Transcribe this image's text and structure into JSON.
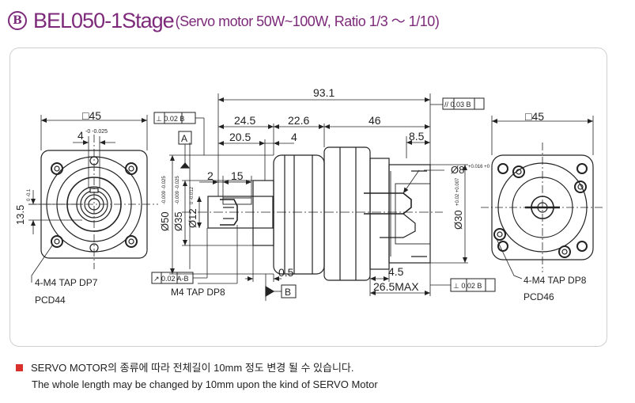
{
  "header": {
    "badge": "B",
    "model": "BEL050-1Stage",
    "spec": "(Servo motor 50W~100W, Ratio 1/3 ～ 1/10)"
  },
  "dimensions": {
    "square_left": "□45",
    "square_right": "□45",
    "length_total": "93.1",
    "len_24_5": "24.5",
    "len_22_6": "22.6",
    "len_46": "46",
    "len_20_5": "20.5",
    "len_4": "4",
    "len_8_5": "8.5",
    "len_2": "2",
    "len_15": "15",
    "len_0_5": "0.5",
    "len_4_5": "4.5",
    "len_26_5": "26.5MAX",
    "key_width": "4",
    "key_tol": "-0 -0.025",
    "height_13_5": "13.5",
    "height_tol": "0 -0.1",
    "dia_50": "Ø50",
    "dia_50_tol": "-0.009 -0.025",
    "dia_35": "Ø35",
    "dia_35_tol": "-0.009 -0.025",
    "dia_12": "Ø12",
    "dia_12_tol": "0 -0.012",
    "dia_8": "Ø8",
    "dia_8_tol": "+0.016 +0",
    "dia_30": "Ø30",
    "dia_30_tol": "+0.02 +0.007"
  },
  "tolerances": {
    "perp_a": "⊥ 0.02 B",
    "parallel_b": "// 0.03 B",
    "runout": "↗ 0.02 A-B",
    "perp_b": "⊥ 0.02 B",
    "datum_a": "A",
    "datum_b": "B"
  },
  "callouts": {
    "tap_left": "4-M4 TAP DP7",
    "pcd_left": "PCD44",
    "tap_shaft": "M4 TAP DP8",
    "tap_right": "4-M4 TAP DP8",
    "pcd_right": "PCD46"
  },
  "notes": {
    "korean": "SERVO MOTOR의 종류에 따라 전체길이 10mm 정도 변경 될 수 있습니다.",
    "english": "The whole length may be changed by 10mm upon the kind of SERVO Motor"
  },
  "colors": {
    "title": "#7d2a7a",
    "bullet": "#d9302b",
    "line": "#222222"
  }
}
